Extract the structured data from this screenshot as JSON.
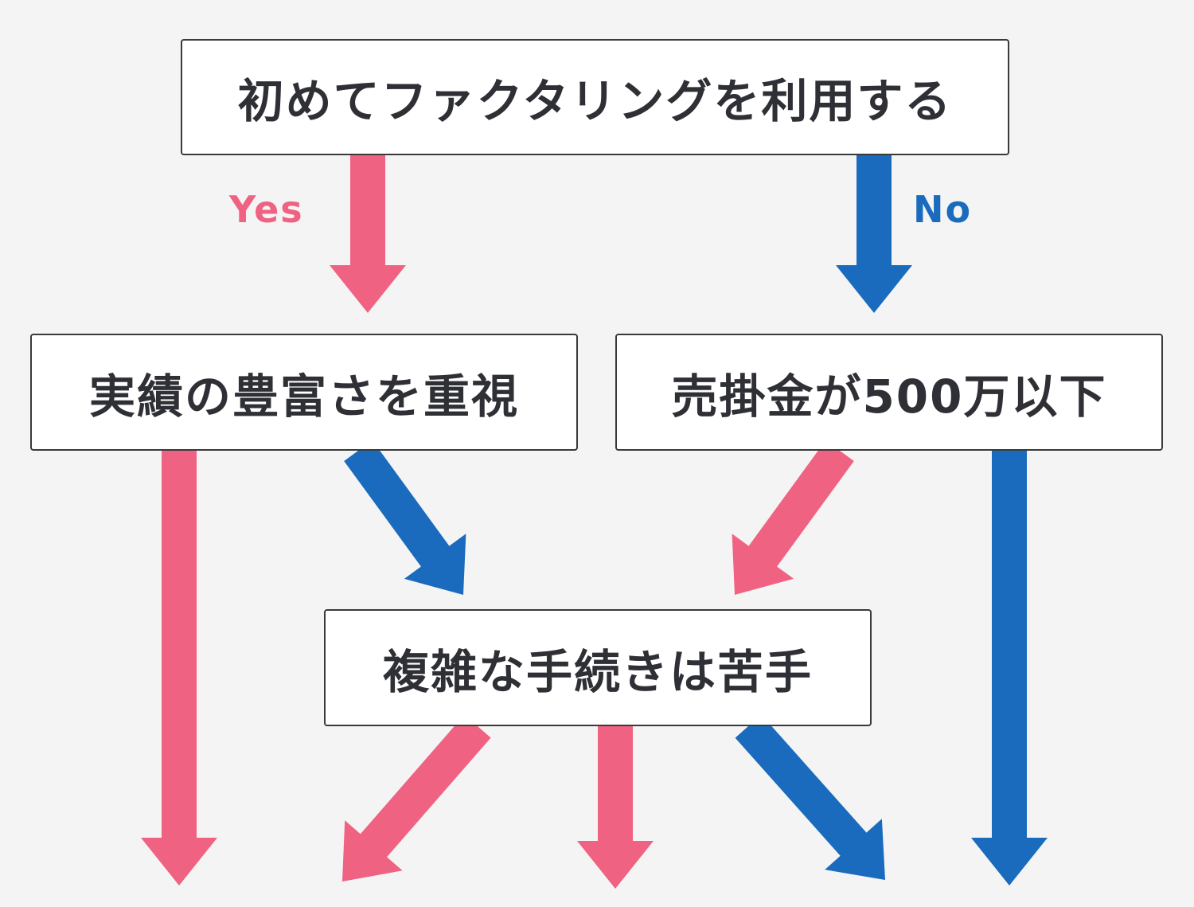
{
  "colors": {
    "yes": "#f06282",
    "no": "#1a6bbd",
    "box_border": "#3a3a3a",
    "text": "#2f3036",
    "background": "#f4f4f4"
  },
  "nodes": {
    "top": "初めてファクタリングを利用する",
    "left": "実績の豊富さを重視",
    "right": "売掛金が500万以下",
    "middle": "複雑な手続きは苦手"
  },
  "labels": {
    "yes": "Yes",
    "no": "No"
  },
  "edges": [
    {
      "from": "top",
      "to": "left",
      "branch": "yes"
    },
    {
      "from": "top",
      "to": "right",
      "branch": "no"
    },
    {
      "from": "left",
      "to": "out-1",
      "branch": "yes"
    },
    {
      "from": "left",
      "to": "middle",
      "branch": "no"
    },
    {
      "from": "right",
      "to": "middle",
      "branch": "yes"
    },
    {
      "from": "right",
      "to": "out-5",
      "branch": "no"
    },
    {
      "from": "middle",
      "to": "out-2",
      "branch": "yes"
    },
    {
      "from": "middle",
      "to": "out-3",
      "branch": "yes"
    },
    {
      "from": "middle",
      "to": "out-4",
      "branch": "no"
    }
  ]
}
